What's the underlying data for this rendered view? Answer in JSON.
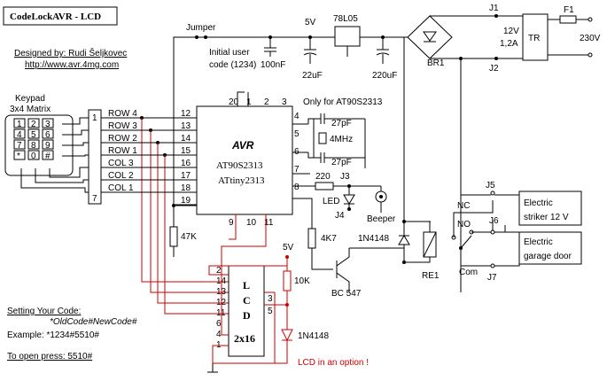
{
  "title": "CodeLockAVR - LCD",
  "credits": {
    "designed_by": "Designed by:  Rudi Šeljkovec",
    "url": "http://www.avr.4mg.com"
  },
  "keypad": {
    "title_line1": "Keypad",
    "title_line2": "3x4 Matrix",
    "keys": [
      "1",
      "2",
      "3",
      "4",
      "5",
      "6",
      "7",
      "8",
      "9",
      "*",
      "0",
      "#"
    ],
    "connector_pins": {
      "top": "1",
      "bottom": "7"
    },
    "lines": [
      "ROW 4",
      "ROW 3",
      "ROW 2",
      "ROW 1",
      "COL 3",
      "COL 2",
      "COL 1"
    ]
  },
  "mcu": {
    "name": "AVR",
    "part1": "AT90S2313",
    "part2": "ATtiny2313",
    "left_pins": [
      "12",
      "13",
      "14",
      "15",
      "16",
      "17",
      "18",
      "19"
    ],
    "top_pins": [
      "20",
      "1",
      "2",
      "3"
    ],
    "right_pins": [
      "4",
      "5",
      "6",
      "7",
      "8"
    ],
    "bottom_pins": [
      "9",
      "10",
      "11"
    ]
  },
  "power": {
    "jumper": "Jumper",
    "jumper_note_line1": "Initial user",
    "jumper_note_line2": "code (1234)",
    "vcc": "5V",
    "regulator": "78L05",
    "c_100n": "100nF",
    "c_22u": "22uF",
    "c_220u": "220uF",
    "bridge": "BR1",
    "j1": "J1",
    "j2": "J2",
    "trafo": "TR",
    "fuse": "F1",
    "supply_v": "12V",
    "supply_a": "1,2A",
    "mains": "230V"
  },
  "oscillator": {
    "note": "Only for AT90S2313",
    "c1": "27pF",
    "crystal": "4MHz",
    "c2": "27pF"
  },
  "outputs": {
    "r_220": "220",
    "j3": "J3",
    "led": "LED",
    "j4": "J4",
    "beeper": "Beeper",
    "r_4k7": "4K7",
    "r_47k": "47K",
    "diode": "1N4148",
    "transistor": "BC 547",
    "relay": "RE1",
    "nc": "NC",
    "no": "NO",
    "com": "Com",
    "j5": "J5",
    "j6": "J6",
    "j7": "J7",
    "striker_line1": "Electric",
    "striker_line2": "striker  12 V",
    "garage_line1": "Electric",
    "garage_line2": "garage door"
  },
  "lcd": {
    "vcc": "5V",
    "letters": [
      "L",
      "C",
      "D",
      "2x16"
    ],
    "left_pins": [
      "2",
      "14",
      "13",
      "12",
      "11",
      "6",
      "4",
      "1"
    ],
    "right_pins": [
      "3",
      "5"
    ],
    "r_10k": "10K",
    "diode": "1N4148",
    "option_note": "LCD in an option !"
  },
  "instructions": {
    "setting_title": "Setting Your Code:",
    "setting_format": "*OldCode#NewCode#",
    "example": "Example:  *1234#5510#",
    "open": "To open press:  5510#"
  },
  "colors": {
    "wire": "#000000",
    "lcd_wire": "#cc0000",
    "background": "#ffffff"
  }
}
